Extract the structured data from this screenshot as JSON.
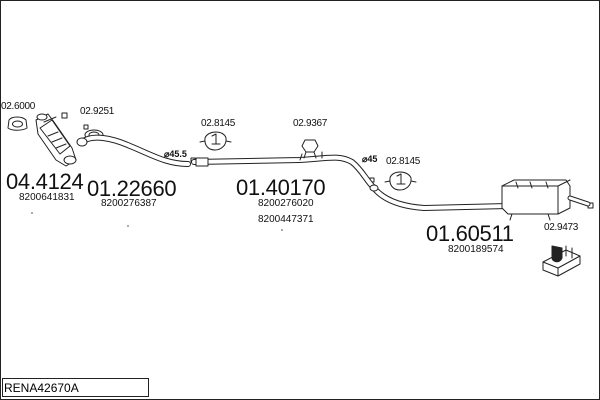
{
  "reference": "RENA42670A",
  "parts": [
    {
      "id": "catalyst",
      "number": "04.4124",
      "oem": [
        "8200641831"
      ]
    },
    {
      "id": "front-pipe",
      "number": "01.22660",
      "oem": [
        "8200276387"
      ]
    },
    {
      "id": "middle-pipe",
      "number": "01.40170",
      "oem": [
        "8200276020",
        "8200447371"
      ]
    },
    {
      "id": "rear-silencer",
      "number": "01.60511",
      "oem": [
        "8200189574"
      ]
    }
  ],
  "accessories": [
    {
      "id": "acc-02-6000",
      "number": "02.6000"
    },
    {
      "id": "acc-02-9251",
      "number": "02.9251"
    },
    {
      "id": "acc-02-8145-a",
      "number": "02.8145"
    },
    {
      "id": "acc-02-9367",
      "number": "02.9367"
    },
    {
      "id": "acc-02-8145-b",
      "number": "02.8145"
    },
    {
      "id": "acc-02-9473",
      "number": "02.9473"
    }
  ],
  "diameters": [
    "⌀45.5",
    "⌀45"
  ]
}
